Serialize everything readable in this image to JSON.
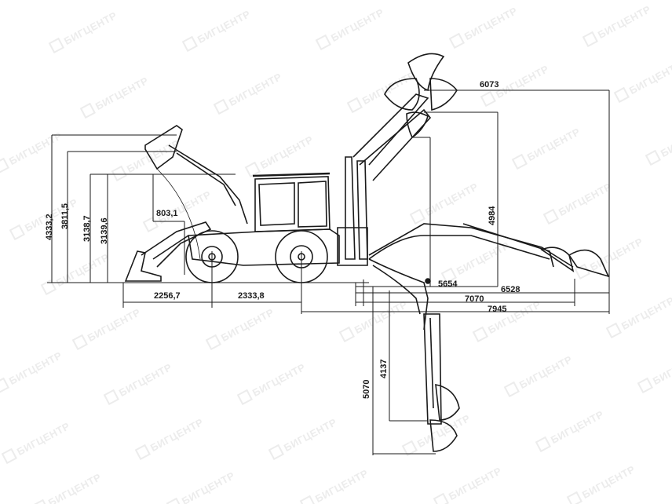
{
  "watermark": {
    "text": "БИГЦЕНТР",
    "color": "#ececec"
  },
  "diagram": {
    "subject": "backhoe loader side elevation with working range dimensions",
    "line_color": "#1a1a1a",
    "loader_dimensions": {
      "max_height_bucket_pin": "4333,2",
      "height_bucket_top": "3811,5",
      "dump_height": "3138,7",
      "dump_height_2": "3139,6",
      "dump_reach": "803,1",
      "front_overhang": "2256,7",
      "wheelbase": "2333,8"
    },
    "backhoe_dimensions": {
      "max_reach_top": "6073",
      "max_loading_height": "4984",
      "reach_5654": "5654",
      "reach_6528": "6528",
      "reach_7070": "7070",
      "max_reach_ground": "7945",
      "dig_depth_flat": "4137",
      "max_dig_depth": "5070"
    }
  }
}
